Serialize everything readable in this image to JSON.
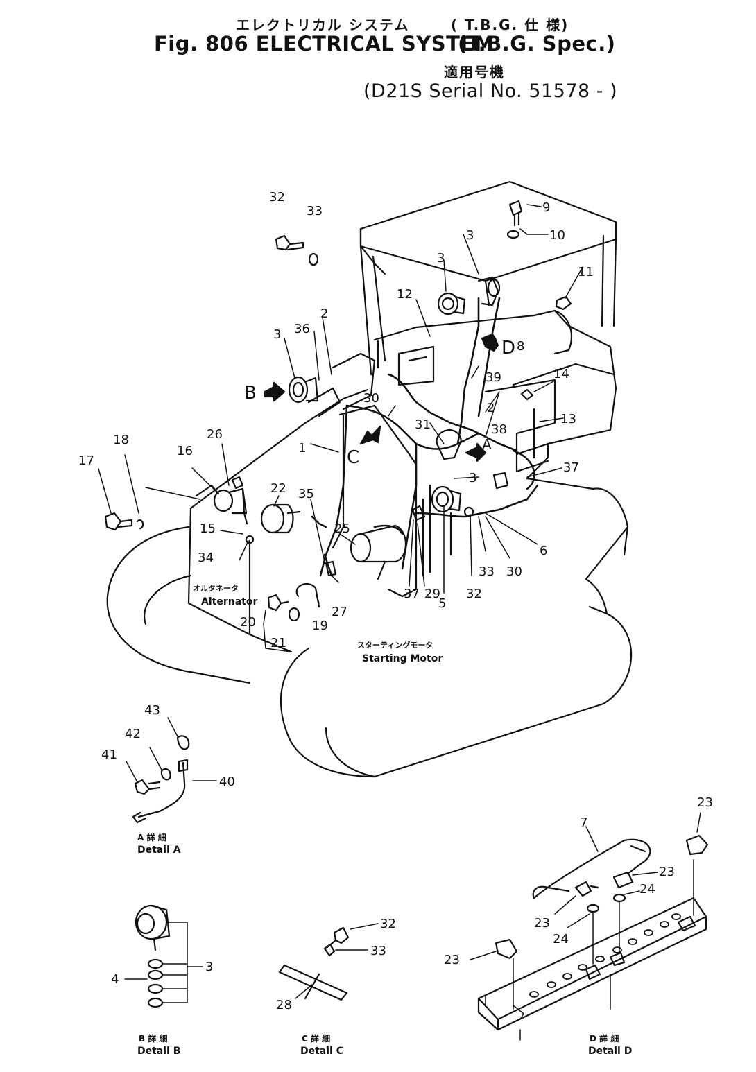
{
  "header": {
    "jp_title": "エレクトリカル システム",
    "jp_spec": "( T.B.G. 仕 様)",
    "title": "Fig. 806 ELECTRICAL SYSTEM",
    "spec": "(T.B.G. Spec.)",
    "jp_serial": "適用号機",
    "serial": "(D21S Serial No. 51578 - )"
  },
  "component_labels": {
    "alternator_jp": "オルタネータ",
    "alternator": "Alternator",
    "starting_motor_jp": "スターティングモータ",
    "starting_motor": "Starting Motor"
  },
  "view_markers": {
    "b": "B",
    "c": "C",
    "d": "D",
    "a": "A"
  },
  "details": {
    "a_jp": "A 詳 細",
    "a": "Detail A",
    "b_jp": "B 詳 細",
    "b": "Detail B",
    "c_jp": "C 詳 細",
    "c": "Detail C",
    "d_jp": "D 詳 細",
    "d": "Detail D"
  },
  "part_numbers": {
    "n1": "1",
    "n2a": "2",
    "n2b": "2",
    "n3a": "3",
    "n3b": "3",
    "n3c": "3",
    "n3d": "3",
    "n3e": "3",
    "n4": "4",
    "n5": "5",
    "n6": "6",
    "n7": "7",
    "n8": "8",
    "n9": "9",
    "n10": "10",
    "n11": "11",
    "n12": "12",
    "n13": "13",
    "n14": "14",
    "n15": "15",
    "n16": "16",
    "n17": "17",
    "n18": "18",
    "n19": "19",
    "n20": "20",
    "n21": "21",
    "n22": "22",
    "n23a": "23",
    "n23b": "23",
    "n23c": "23",
    "n23d": "23",
    "n24a": "24",
    "n24b": "24",
    "n25": "25",
    "n26": "26",
    "n27": "27",
    "n28": "28",
    "n29": "29",
    "n30a": "30",
    "n30b": "30",
    "n31": "31",
    "n32a": "32",
    "n32b": "32",
    "n32c": "32",
    "n33a": "33",
    "n33b": "33",
    "n33c": "33",
    "n34": "34",
    "n35": "35",
    "n36": "36",
    "n37a": "37",
    "n37b": "37",
    "n38": "38",
    "n39": "39",
    "n40": "40",
    "n41": "41",
    "n42": "42",
    "n43": "43"
  }
}
